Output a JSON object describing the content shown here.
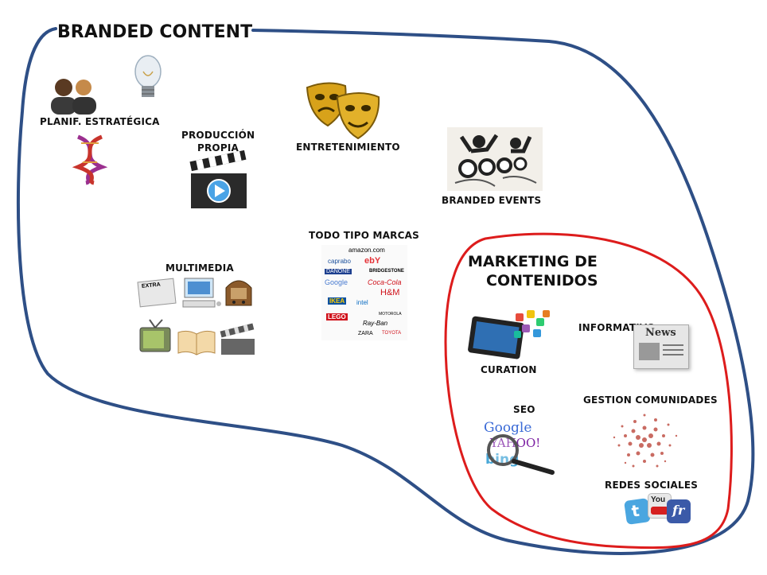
{
  "diagram": {
    "outer_title": "BRANDED CONTENT",
    "inner_title_line1": "MARKETING DE",
    "inner_title_line2": "CONTENIDOS",
    "outer_color": "#2e4f86",
    "inner_color": "#dd1c1c"
  },
  "labels": {
    "planif": "PLANIF. ESTRATÉGICA",
    "produccion_line1": "PRODUCCIÓN",
    "produccion_line2": "PROPIA",
    "entretenimiento": "ENTRETENIMIENTO",
    "branded_events": "BRANDED EVENTS",
    "todo_tipo_marcas": "TODO TIPO MARCAS",
    "multimedia": "MULTIMEDIA",
    "curation": "CURATION",
    "informativo": "INFORMATIVO",
    "seo": "SEO",
    "gestion": "GESTION COMUNIDADES",
    "redes": "REDES SOCIALES"
  },
  "logos": {
    "extra": "EXTRA",
    "news": "News",
    "google": "Google",
    "yahoo": "YAHOO!",
    "bing": "bing",
    "youtube": "You",
    "flickr": "fr",
    "brands": [
      "amazon.com",
      "caprabo",
      "ebY",
      "DANONE",
      "BRIDGESTONE",
      "Google",
      "Coca-Cola",
      "IKEA",
      "intel",
      "H&M",
      "LEGO",
      "Ray-Ban",
      "MOTOROLA",
      "ZARA",
      "TOYOTA"
    ]
  }
}
